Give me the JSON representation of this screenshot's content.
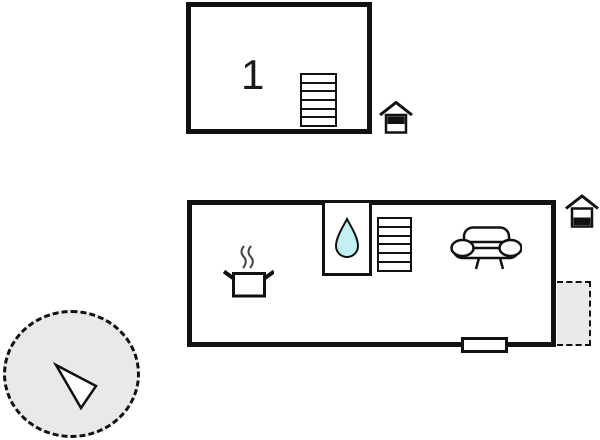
{
  "plan": {
    "background": "#ffffff",
    "wall_color": "#111111",
    "upper_floor": {
      "room_label": "1",
      "stairs_steps": 6,
      "icons": [
        "stairs-icon",
        "floor-indicator-upper-icon"
      ]
    },
    "ground_floor": {
      "stairs_steps": 6,
      "icons": [
        "stove-icon",
        "water-drop-icon",
        "stairs-icon",
        "sofa-icon",
        "window-marker",
        "terrace-area",
        "floor-indicator-ground-icon"
      ]
    },
    "compass": {
      "icon": "compass-needle-icon",
      "fill": "#e9e9e9"
    },
    "colors": {
      "water_drop_fill": "#c2f1f1",
      "terrace_fill": "#e9e9e9",
      "indicator_fill": "#111111"
    }
  }
}
